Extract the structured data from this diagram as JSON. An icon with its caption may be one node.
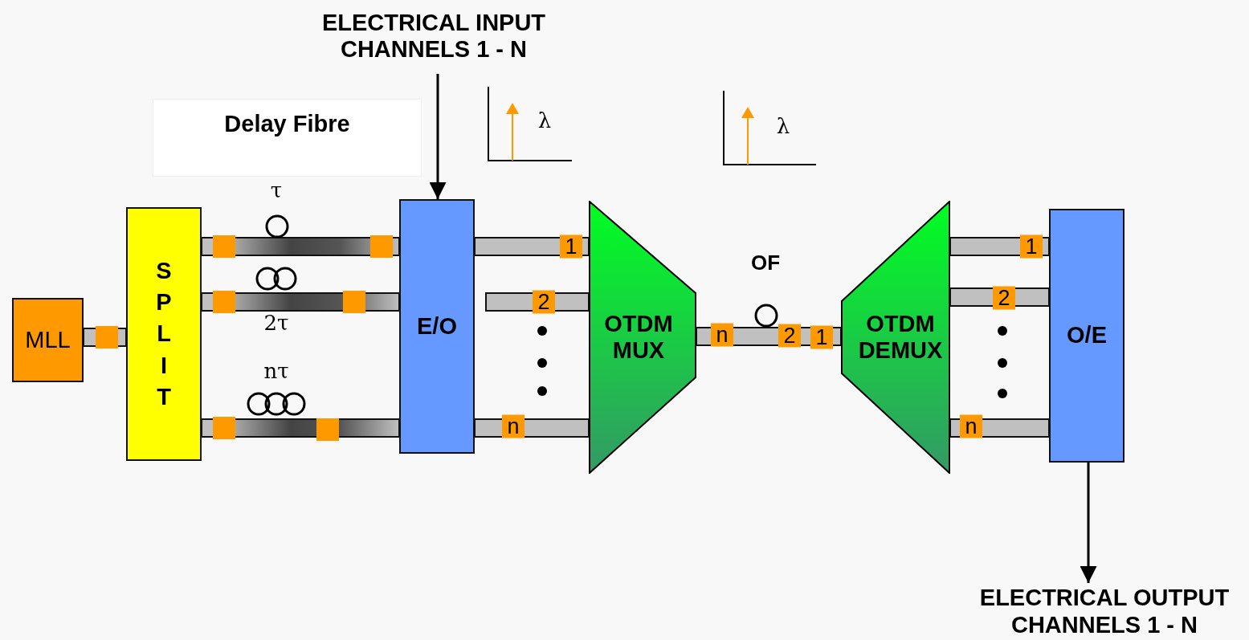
{
  "diagram": {
    "nodes": [
      {
        "text": [
          "MLL"
        ]
      },
      {
        "text": [
          "SPLIT"
        ]
      },
      {
        "text": [
          "E/O"
        ]
      },
      {
        "text": [
          "OTDM MUX"
        ]
      },
      {
        "text": [
          "OTDM DEMUX"
        ]
      },
      {
        "text": [
          "O/E"
        ]
      },
      {
        "text": [
          "ELECTRICAL INPUT CHANNELS  1 - N"
        ]
      },
      {
        "text": [
          "ELECTRICAL OUTPUT CHANNELS 1 - N"
        ]
      },
      {
        "text": [
          "Delay Fibre"
        ]
      }
    ],
    "edges": [
      {
        "from": 0,
        "to": 1,
        "arrow": "none",
        "style": "thick"
      },
      {
        "from": 1,
        "to": 2,
        "arrow": "none",
        "style": "thick",
        "label": "τ"
      },
      {
        "from": 1,
        "to": 2,
        "arrow": "none",
        "style": "thick",
        "label": "2τ"
      },
      {
        "from": 1,
        "to": 2,
        "arrow": "none",
        "style": "thick",
        "label": "nτ"
      },
      {
        "from": 2,
        "to": 3,
        "arrow": "none",
        "style": "thick",
        "label": "1"
      },
      {
        "from": null,
        "to": 3,
        "arrow": "none",
        "style": "thick",
        "label": "2"
      },
      {
        "from": 2,
        "to": 3,
        "arrow": "none",
        "style": "thick",
        "label": "n"
      },
      {
        "from": 3,
        "to": 4,
        "arrow": "none",
        "style": "thick",
        "label": "OF"
      },
      {
        "from": 4,
        "to": 5,
        "arrow": "none",
        "style": "thick",
        "label": "1"
      },
      {
        "from": 4,
        "to": 5,
        "arrow": "none",
        "style": "thick",
        "label": "2"
      },
      {
        "from": 4,
        "to": 5,
        "arrow": "none",
        "style": "thick",
        "label": "n"
      },
      {
        "from": 6,
        "to": 2,
        "arrow": "to"
      },
      {
        "from": 5,
        "to": 7,
        "arrow": "to"
      }
    ],
    "labels": [
      "λ",
      "λ",
      "n",
      "2",
      "1"
    ]
  }
}
